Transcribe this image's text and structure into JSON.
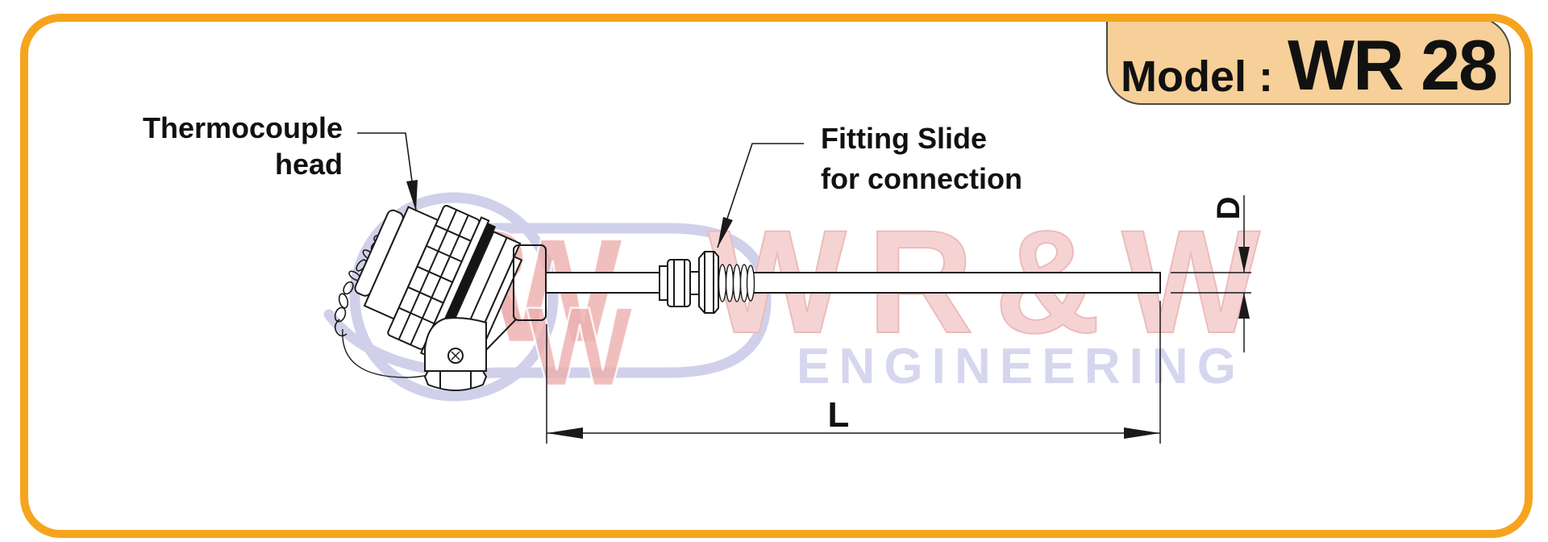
{
  "tab": {
    "model_label": "Model :",
    "model_value": "WR 28"
  },
  "annotations": {
    "thermocouple_line1": "Thermocouple",
    "thermocouple_line2": "head",
    "fitting_line1": "Fitting Slide",
    "fitting_line2": "for connection"
  },
  "dimensions": {
    "length_label": "L",
    "diameter_label": "D"
  },
  "watermark": {
    "monogram_r": "R",
    "monogram_w1": "W",
    "monogram_w2": "W",
    "brand": "WR&W",
    "subtitle": "ENGINEERING"
  },
  "colors": {
    "border_orange": "#F6A41E",
    "tab_fill": "#F6D098",
    "watermark_pink": "#F6CFCF",
    "watermark_red": "#EBA6A6",
    "watermark_lavender": "#CBCBE8",
    "line_color": "#1a1a1a",
    "gasket_black": "#151515"
  }
}
